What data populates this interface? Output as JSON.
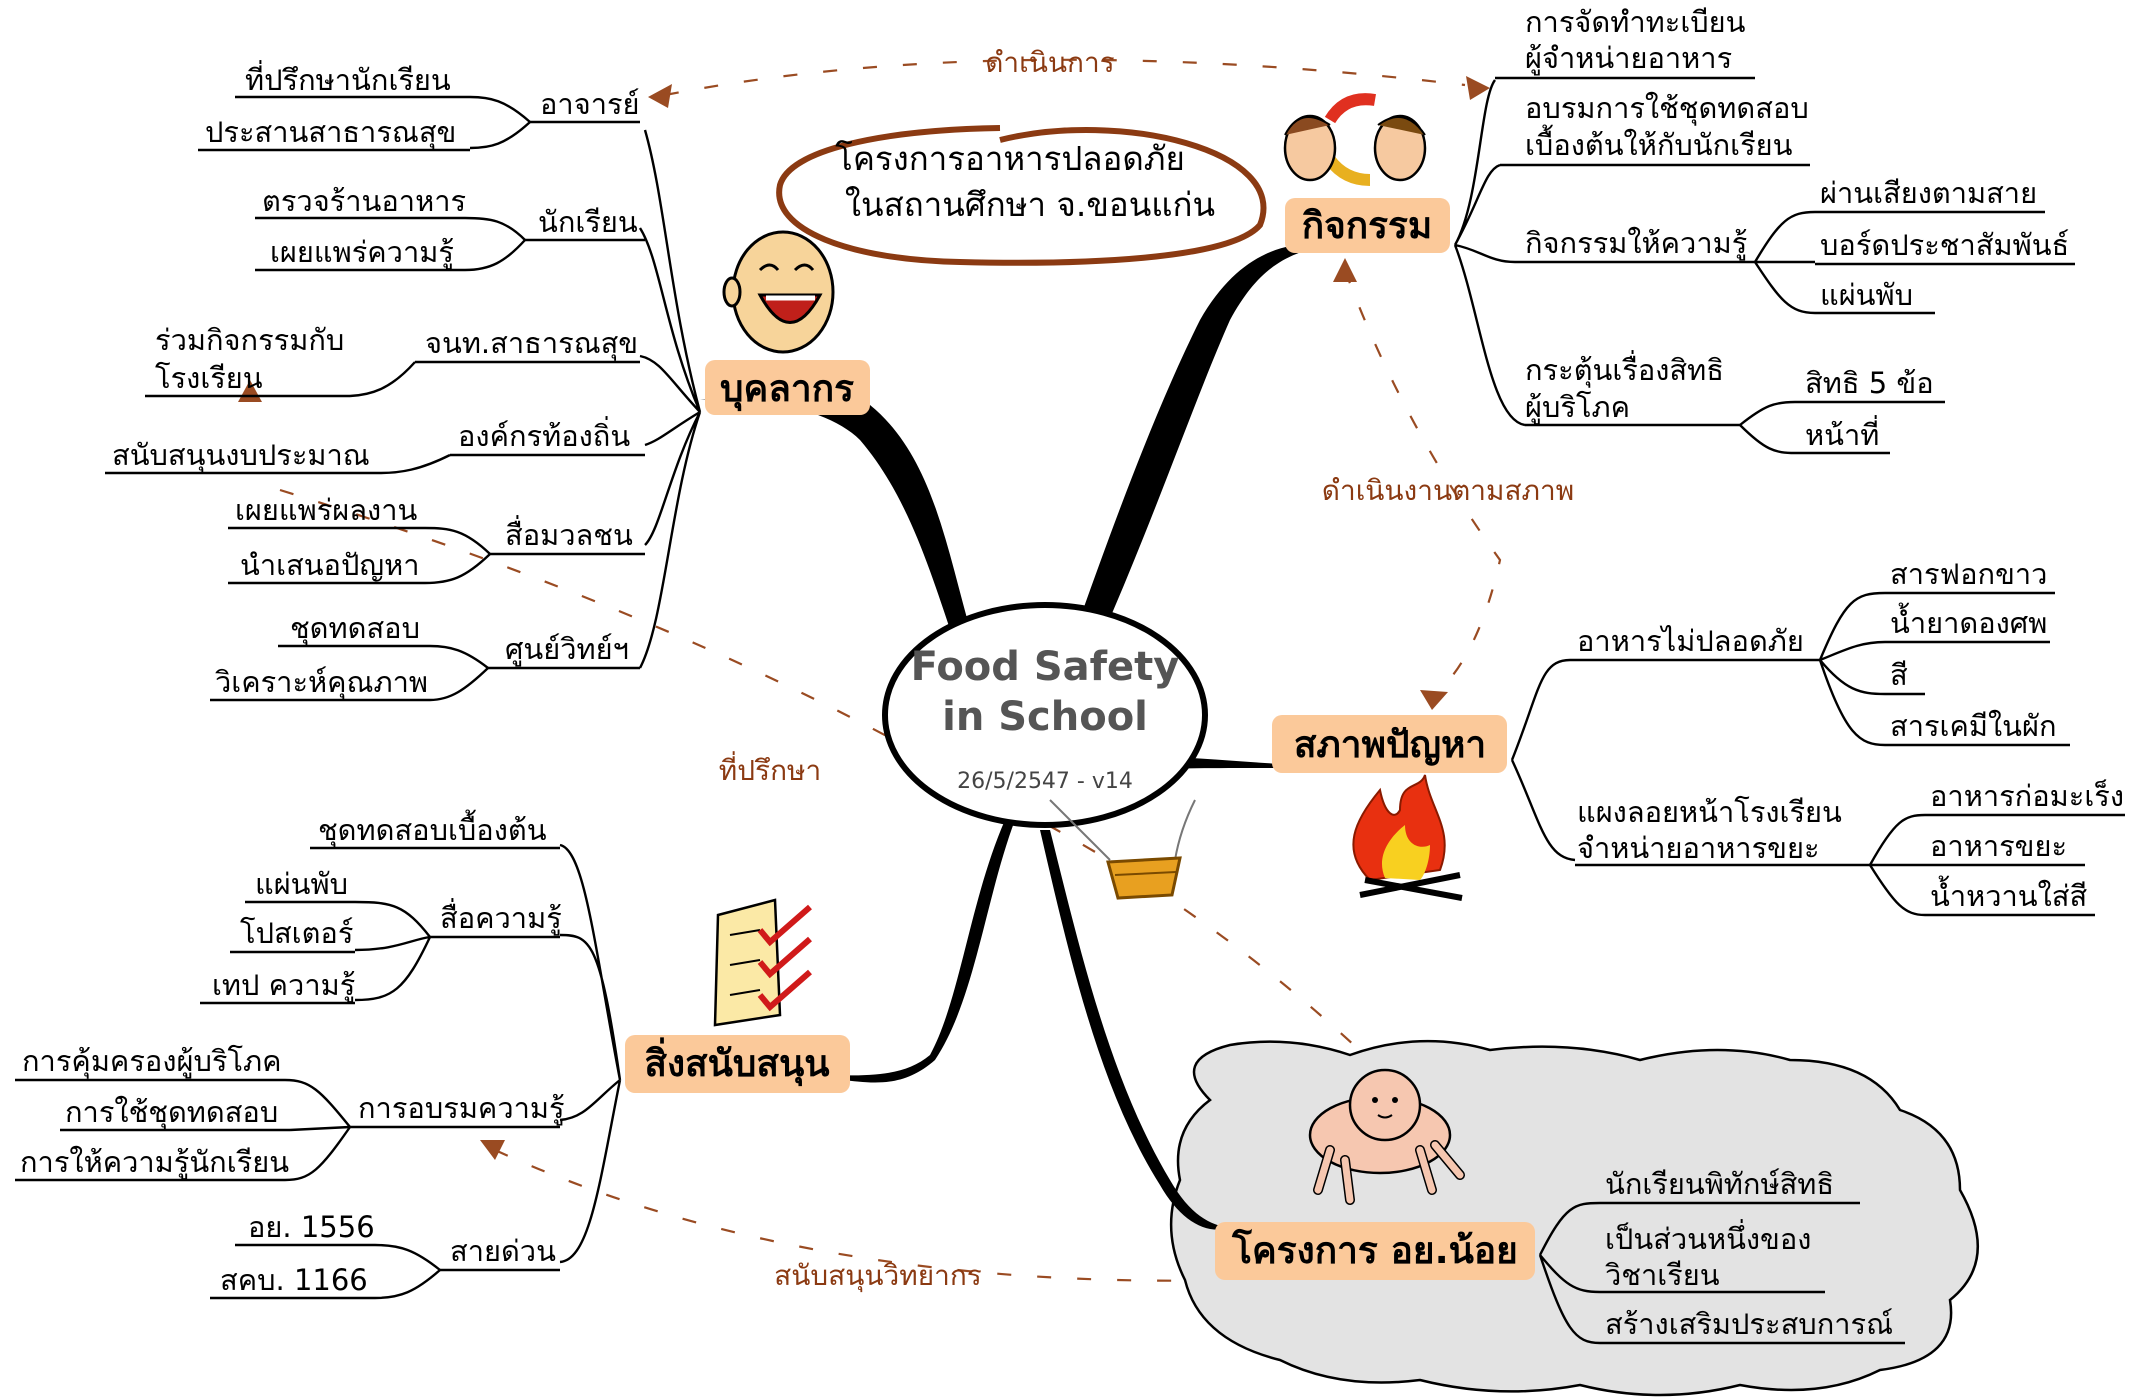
{
  "center": {
    "title_line1": "Food Safety",
    "title_line2": "in School",
    "version": "26/5/2547 - v14"
  },
  "project_title": {
    "line1": "โครงการอาหารปลอดภัย",
    "line2": "ในสถานศึกษา จ.ขอนแก่น"
  },
  "colors": {
    "category_bg": "#fbc99a",
    "relation_text": "#8b3a12",
    "cloud_fill": "#e3e3e3"
  },
  "relationships": {
    "operate": "ดำเนินการ",
    "by_condition": "ดำเนินงานตามสภาพ",
    "advisor": "ที่ปรึกษา",
    "support_speakers": "สนับสนุนวิทยากร"
  },
  "personnel": {
    "label": "บุคลากร",
    "icon": "laughing-face-icon",
    "teacher": {
      "label": "อาจารย์",
      "children": [
        "ที่ปรึกษานักเรียน",
        "ประสานสาธารณสุข"
      ]
    },
    "student": {
      "label": "นักเรียน",
      "children": [
        "ตรวจร้านอาหาร",
        "เผยแพร่ความรู้"
      ]
    },
    "health_officer": {
      "label": "จนท.สาธารณสุข",
      "children": [
        "ร่วมกิจกรรมกับ",
        "โรงเรียน"
      ]
    },
    "local_org": {
      "label": "องค์กรท้องถิ่น",
      "children": [
        "สนับสนุนงบประมาณ"
      ]
    },
    "media": {
      "label": "สื่อมวลชน",
      "children": [
        "เผยแพร่ผลงาน",
        "นำเสนอปัญหา"
      ]
    },
    "science_center": {
      "label": "ศูนย์วิทย์ฯ",
      "children": [
        "ชุดทดสอบ",
        "วิเคราะห์คุณภาพ"
      ]
    }
  },
  "activities": {
    "label": "กิจกรรม",
    "icon": "exchange-people-icon",
    "registration": {
      "line1": "การจัดทำทะเบียน",
      "line2": "ผู้จำหน่ายอาหาร"
    },
    "training": {
      "line1": "อบรมการใช้ชุดทดสอบ",
      "line2": "เบื้องต้นให้กับนักเรียน"
    },
    "education": {
      "label": "กิจกรรมให้ความรู้",
      "children": [
        "ผ่านเสียงตามสาย",
        "บอร์ดประชาสัมพันธ์",
        "แผ่นพับ"
      ]
    },
    "rights": {
      "line1": "กระตุ้นเรื่องสิทธิ",
      "line2": "ผู้บริโภค",
      "children": [
        "สิทธิ 5 ข้อ",
        "หน้าที่"
      ]
    }
  },
  "problems": {
    "label": "สภาพปัญหา",
    "icon": "campfire-icon",
    "unsafe_food": {
      "label": "อาหารไม่ปลอดภัย",
      "children": [
        "สารฟอกขาว",
        "น้ำยาดองศพ",
        "สี",
        "สารเคมีในผัก"
      ]
    },
    "vendors": {
      "line1": "แผงลอยหน้าโรงเรียน",
      "line2": "จำหน่ายอาหารขยะ",
      "children": [
        "อาหารก่อมะเร็ง",
        "อาหารขยะ",
        "น้ำหวานใส่สี"
      ]
    }
  },
  "support": {
    "label": "สิ่งสนับสนุน",
    "icon": "checklist-icon",
    "media": {
      "label": "สื่อความรู้",
      "children": [
        "ชุดทดสอบเบื้องต้น",
        "แผ่นพับ",
        "โปสเตอร์",
        "เทป ความรู้"
      ]
    },
    "training": {
      "label": "การอบรมความรู้",
      "children": [
        "การคุ้มครองผู้บริโภค",
        "การใช้ชุดทดสอบ",
        "การให้ความรู้นักเรียน"
      ]
    },
    "hotline": {
      "label": "สายด่วน",
      "children": [
        "อย. 1556",
        "สคบ. 1166"
      ]
    }
  },
  "young_fda": {
    "label": "โครงการ อย.น้อย",
    "icon": "crawling-baby-icon",
    "children": [
      "นักเรียนพิทักษ์สิทธิ",
      "เป็นส่วนหนึ่งของ",
      "วิชาเรียน",
      "สร้างเสริมประสบการณ์"
    ]
  }
}
